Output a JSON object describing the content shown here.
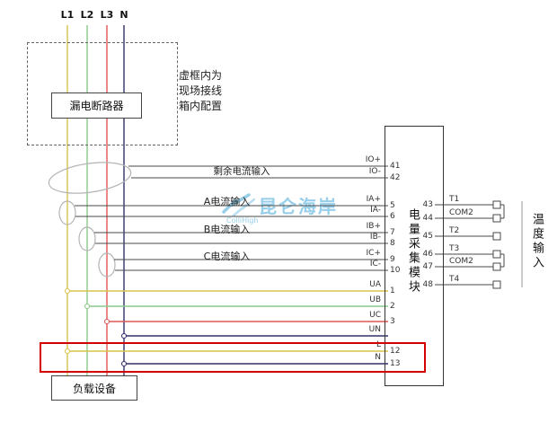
{
  "phases": {
    "l1": "L1",
    "l2": "L2",
    "l3": "L3",
    "n": "N"
  },
  "note": "虚框内为\n现场接线\n箱内配置",
  "breaker": "漏电断路器",
  "load": "负载设备",
  "module": "电量采集模块",
  "temp_input": "温度输入",
  "wire_labels": {
    "residual": "剩余电流输入",
    "a": "A电流输入",
    "b": "B电流输入",
    "c": "C电流输入"
  },
  "left_pins": [
    {
      "name": "IO+",
      "num": "41"
    },
    {
      "name": "IO-",
      "num": "42"
    },
    {
      "name": "IA+",
      "num": "5"
    },
    {
      "name": "IA-",
      "num": "6"
    },
    {
      "name": "IB+",
      "num": "7"
    },
    {
      "name": "IB-",
      "num": "8"
    },
    {
      "name": "IC+",
      "num": "9"
    },
    {
      "name": "IC-",
      "num": "10"
    },
    {
      "name": "UA",
      "num": "1"
    },
    {
      "name": "UB",
      "num": "2"
    },
    {
      "name": "UC",
      "num": "3"
    },
    {
      "name": "UN",
      "num": ""
    },
    {
      "name": "L",
      "num": "12"
    },
    {
      "name": "N",
      "num": "13"
    }
  ],
  "right_pins": [
    {
      "num": "43",
      "name": "T1"
    },
    {
      "num": "44",
      "name": "COM2"
    },
    {
      "num": "45",
      "name": "T2"
    },
    {
      "num": "46",
      "name": "T3"
    },
    {
      "num": "47",
      "name": "COM2"
    },
    {
      "num": "48",
      "name": "T4"
    }
  ],
  "watermark": {
    "brand": "昆仑海岸",
    "latin": "ColliHigh"
  },
  "colors": {
    "L1": "#d9c44a",
    "L2": "#8cc88c",
    "L3": "#e05656",
    "N": "#30306a",
    "highlight": "#d40000",
    "watermark": "#7ec3e4"
  }
}
